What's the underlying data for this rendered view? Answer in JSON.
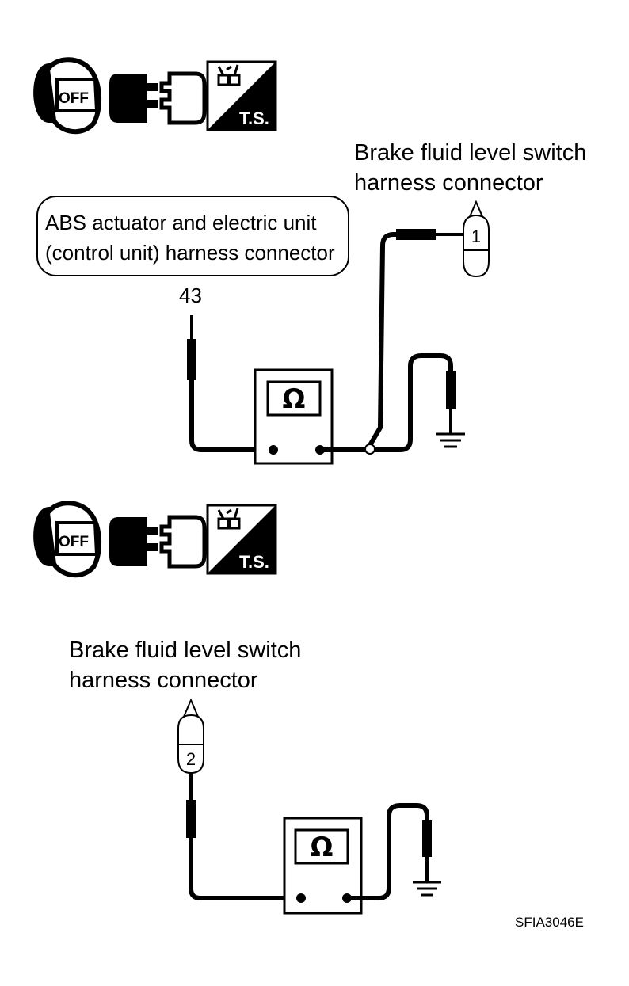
{
  "icons": {
    "ignition_label": "OFF",
    "tool_label": "T.S."
  },
  "top": {
    "switch_connector_line1": "Brake fluid level switch",
    "switch_connector_line2": "harness connector",
    "abs_connector_line1": "ABS actuator and electric unit",
    "abs_connector_line2": "(control unit) harness connector",
    "abs_terminal": "43",
    "switch_terminal": "1",
    "meter_symbol": "Ω"
  },
  "bottom": {
    "switch_connector_line1": "Brake fluid level switch",
    "switch_connector_line2": "harness connector",
    "switch_terminal": "2",
    "meter_symbol": "Ω"
  },
  "figure_code": "SFIA3046E"
}
